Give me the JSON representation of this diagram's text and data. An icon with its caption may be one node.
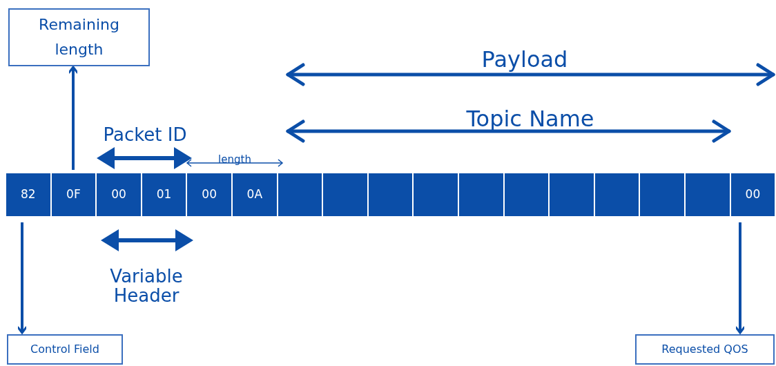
{
  "diagram": {
    "nodes": [
      {
        "text": [
          "Remaining length"
        ]
      },
      {
        "text": [
          "Control Field"
        ]
      },
      {
        "text": [
          "Requested QOS"
        ]
      },
      {
        "text": [
          "82"
        ]
      },
      {
        "text": [
          "0F"
        ]
      },
      {
        "text": [
          "00"
        ]
      },
      {
        "text": [
          "01"
        ]
      },
      {
        "text": [
          "00"
        ]
      },
      {
        "text": [
          "0A"
        ]
      },
      {
        "text": [],
        "shape": "box"
      },
      {
        "text": [],
        "shape": "box"
      },
      {
        "text": [],
        "shape": "box"
      },
      {
        "text": [],
        "shape": "box"
      },
      {
        "text": [],
        "shape": "box"
      },
      {
        "text": [],
        "shape": "box"
      },
      {
        "text": [],
        "shape": "box"
      },
      {
        "text": [],
        "shape": "box"
      },
      {
        "text": [],
        "shape": "box"
      },
      {
        "text": [],
        "shape": "box"
      },
      {
        "text": [
          "00"
        ]
      }
    ],
    "edges": [
      {
        "from": 4,
        "to": 0,
        "arrow": "to"
      },
      {
        "from": 3,
        "to": 1,
        "arrow": "to"
      },
      {
        "from": 19,
        "to": 2,
        "arrow": "to"
      }
    ],
    "labels": [
      "Payload",
      "Topic Name",
      "Packet ID",
      "length",
      "Variable Header"
    ]
  }
}
